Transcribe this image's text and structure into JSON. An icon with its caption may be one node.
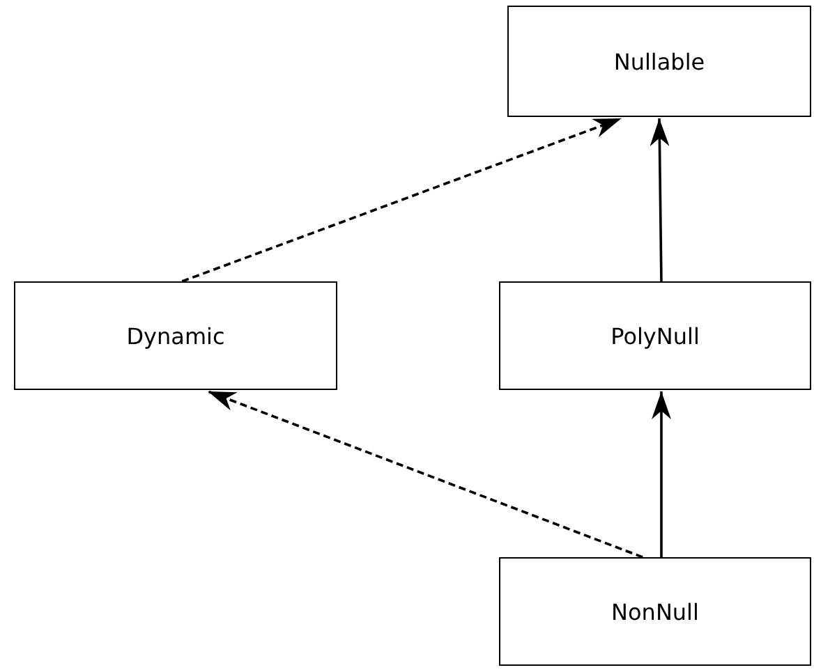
{
  "diagram": {
    "nodes": [
      {
        "text": [
          "Nullable"
        ]
      },
      {
        "text": [
          "Dynamic"
        ]
      },
      {
        "text": [
          "PolyNull"
        ]
      },
      {
        "text": [
          "NonNull"
        ]
      }
    ],
    "edges": [
      {
        "from": 1,
        "to": 0,
        "arrow": "to",
        "style": "dashed"
      },
      {
        "from": 2,
        "to": 0,
        "arrow": "to"
      },
      {
        "from": 3,
        "to": 2,
        "arrow": "to"
      },
      {
        "from": 3,
        "to": 1,
        "arrow": "to",
        "style": "dashed"
      }
    ]
  }
}
